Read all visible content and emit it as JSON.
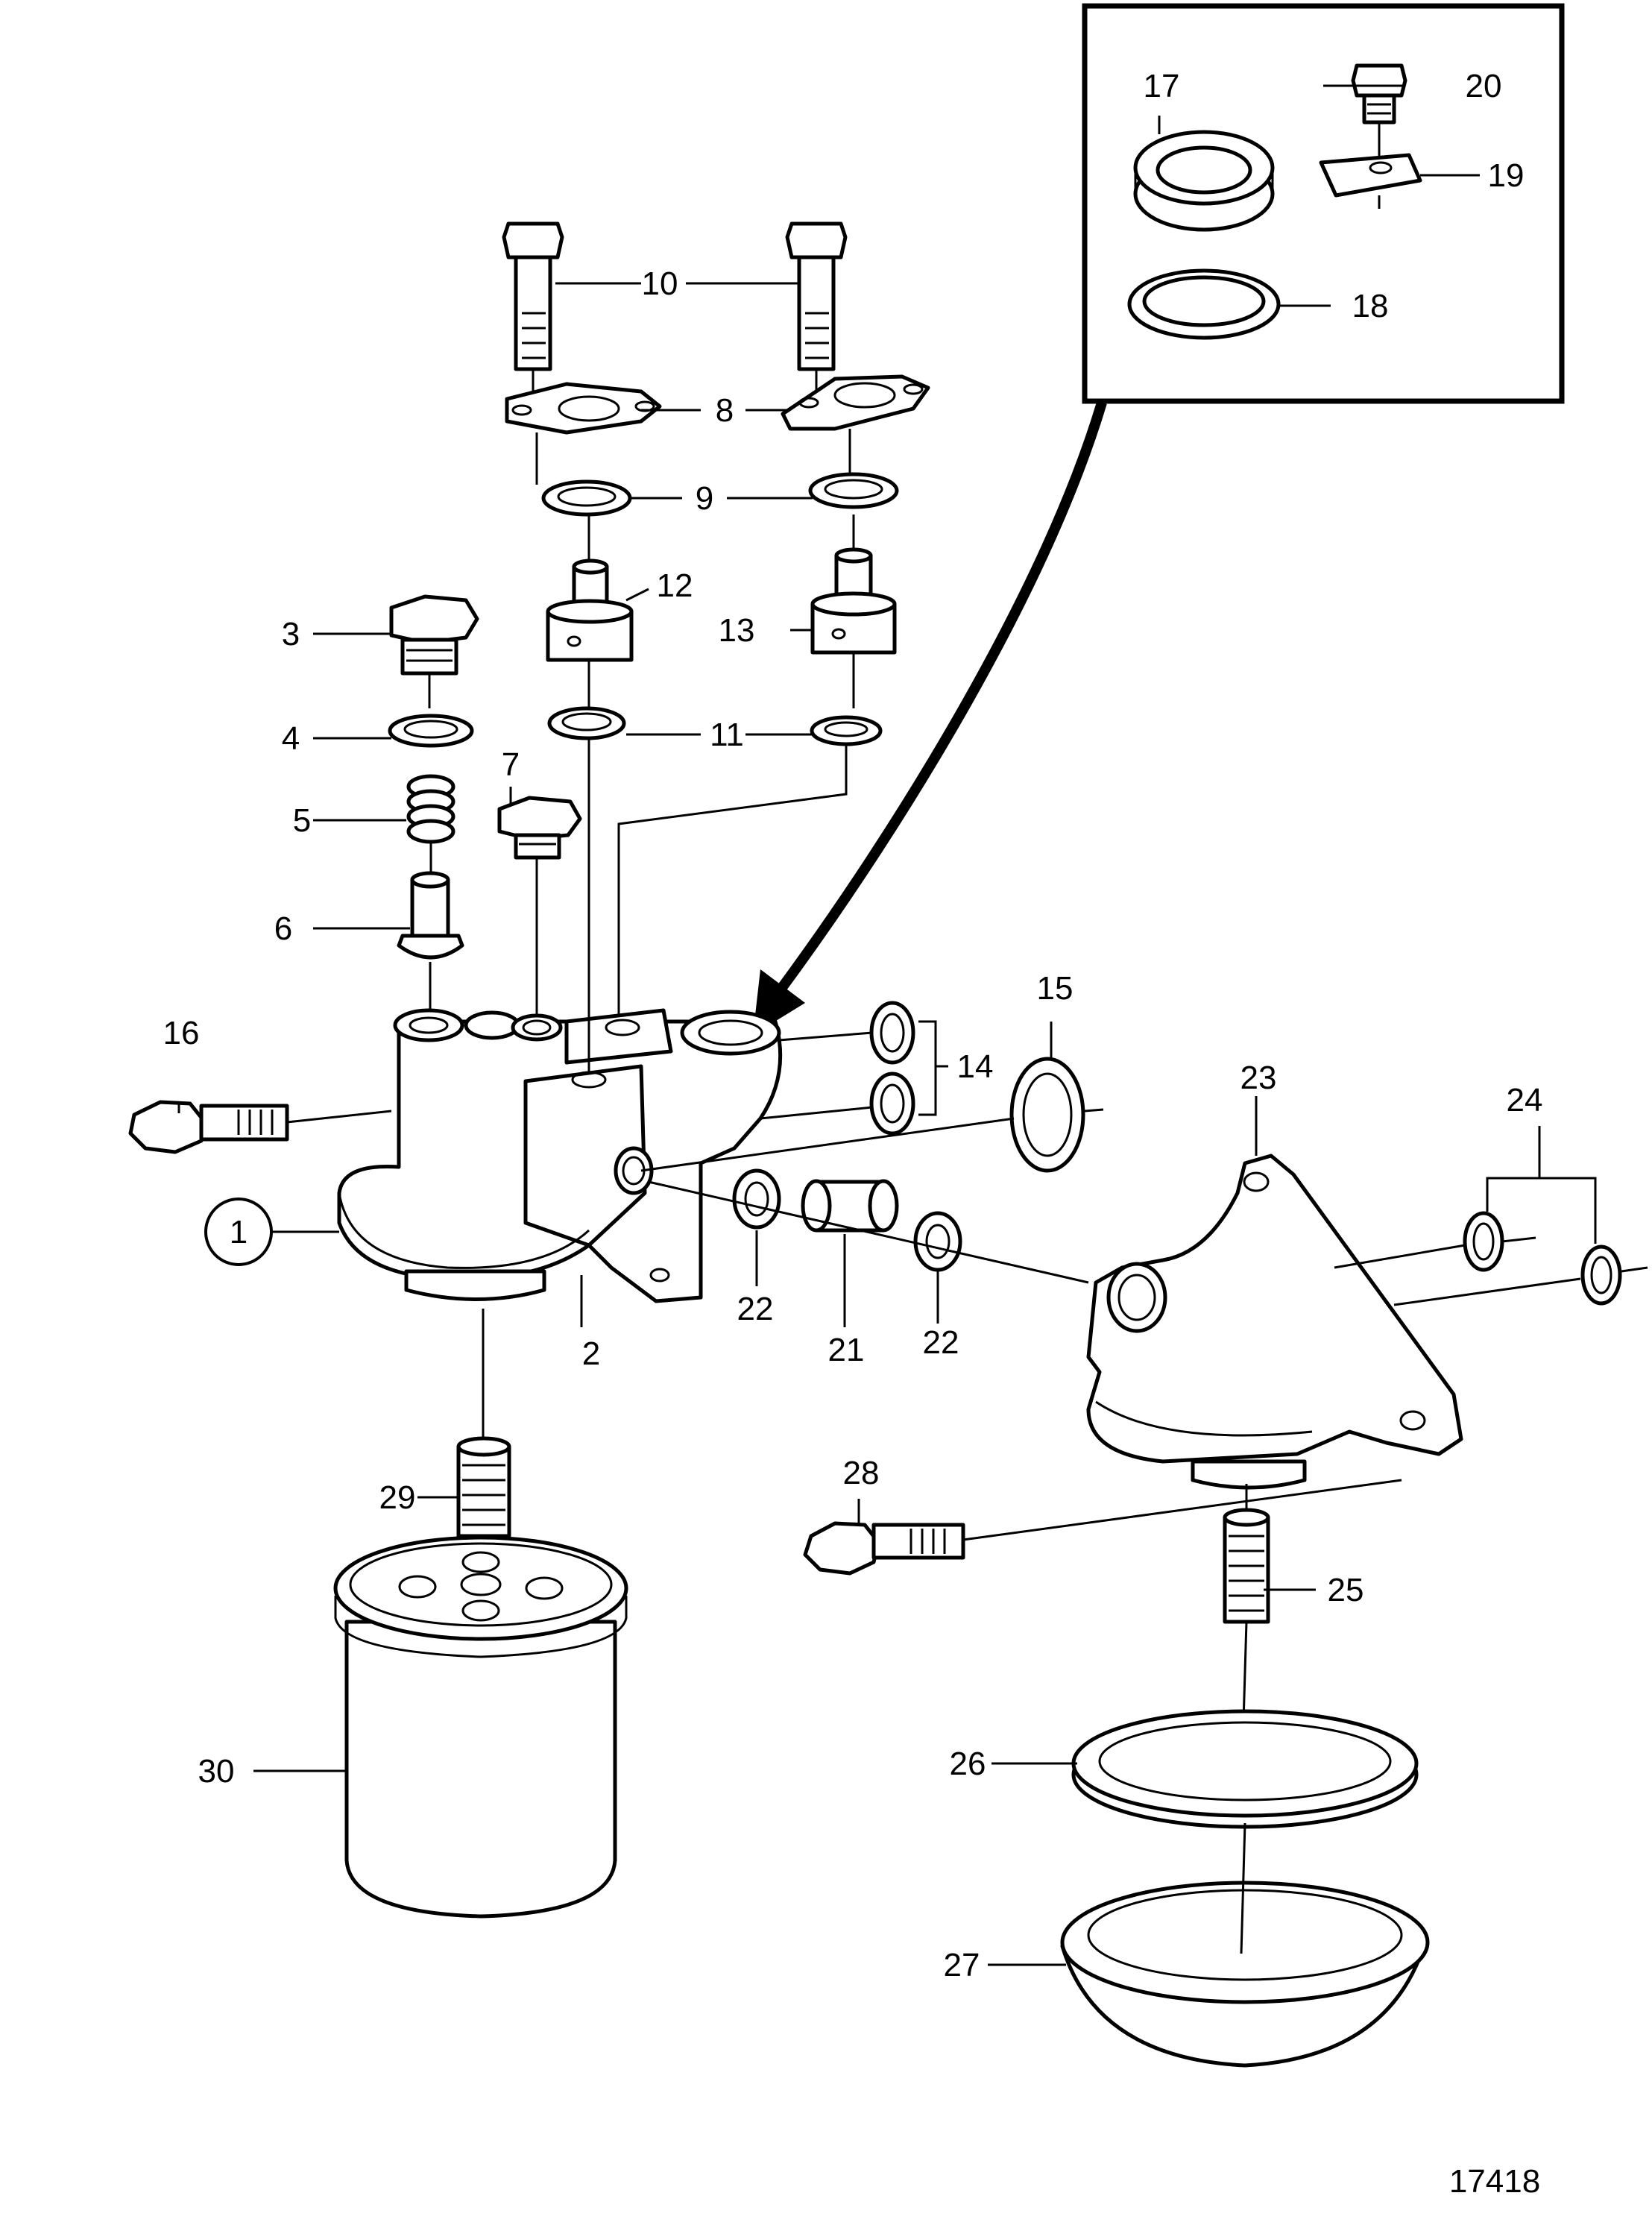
{
  "drawing_number": "17418",
  "callouts": {
    "c1": "1",
    "c2": "2",
    "c3": "3",
    "c4": "4",
    "c5": "5",
    "c6": "6",
    "c7": "7",
    "c8": "8",
    "c9": "9",
    "c10": "10",
    "c11": "11",
    "c12": "12",
    "c13": "13",
    "c14": "14",
    "c15": "15",
    "c16": "16",
    "c17": "17",
    "c18": "18",
    "c19": "19",
    "c20": "20",
    "c21": "21",
    "c22a": "22",
    "c22b": "22",
    "c23": "23",
    "c24": "24",
    "c25": "25",
    "c26": "26",
    "c27": "27",
    "c28": "28",
    "c29": "29",
    "c30": "30"
  }
}
